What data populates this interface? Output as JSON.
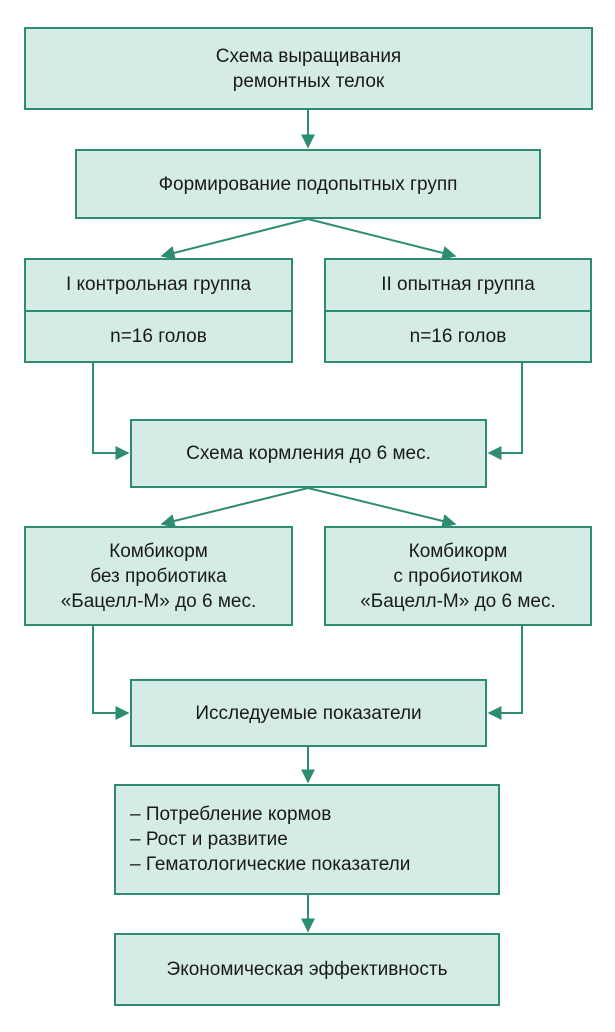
{
  "colors": {
    "box_fill": "#d5ece6",
    "box_border": "#2e8c72",
    "arrow": "#2e8c72"
  },
  "nodes": {
    "scheme_title": {
      "lines": [
        "Схема выращивания",
        "ремонтных телок"
      ]
    },
    "formation": {
      "label": "Формирование подопытных групп"
    },
    "group1": {
      "name": "I контрольная группа",
      "count": "n=16 голов"
    },
    "group2": {
      "name": "II опытная группа",
      "count": "n=16 голов"
    },
    "feeding_scheme": {
      "label": "Схема кормления до 6 мес."
    },
    "feed1": {
      "lines": [
        "Комбикорм",
        "без пробиотика",
        "«Бацелл-М» до 6 мес."
      ]
    },
    "feed2": {
      "lines": [
        "Комбикорм",
        "с пробиотиком",
        "«Бацелл-М» до 6 мес."
      ]
    },
    "indicators": {
      "label": "Исследуемые показатели"
    },
    "indicator_list": {
      "items": [
        "– Потребление кормов",
        "– Рост и развитие",
        "– Гематологические показатели"
      ]
    },
    "efficiency": {
      "label": "Экономическая эффективность"
    }
  }
}
